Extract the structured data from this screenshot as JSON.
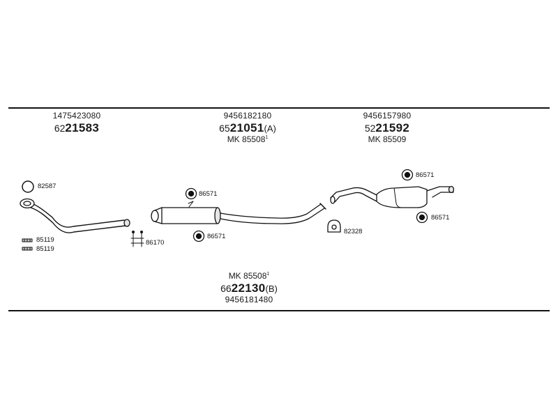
{
  "sections": [
    {
      "oem": "1475423080",
      "ref_prefix": "62",
      "ref_main": "21583",
      "ref_suffix": "",
      "kit": ""
    },
    {
      "oem": "9456182180",
      "ref_prefix": "65",
      "ref_main": "21051",
      "ref_suffix": "(A)",
      "kit": "MK 85508",
      "kit_sup": "1"
    },
    {
      "oem": "9456157980",
      "ref_prefix": "52",
      "ref_main": "21592",
      "ref_suffix": "",
      "kit": "MK 85509"
    },
    {
      "oem": "9456181480",
      "ref_prefix": "66",
      "ref_main": "22130",
      "ref_suffix": "(B)",
      "kit": "MK 85508",
      "kit_sup": "1"
    }
  ],
  "callouts": {
    "ring_gasket": "82587",
    "bolt_upper": "85119",
    "bolt_lower": "85119",
    "clamp": "86170",
    "mount_mid_upper": "86571",
    "mount_mid_lower": "86571",
    "hanger": "82328",
    "mount_rear_upper": "86571",
    "mount_rear_lower": "86571"
  },
  "colors": {
    "line": "#111111",
    "fill_light": "#e6e6e6",
    "fill_mid": "#c8c8c8"
  }
}
